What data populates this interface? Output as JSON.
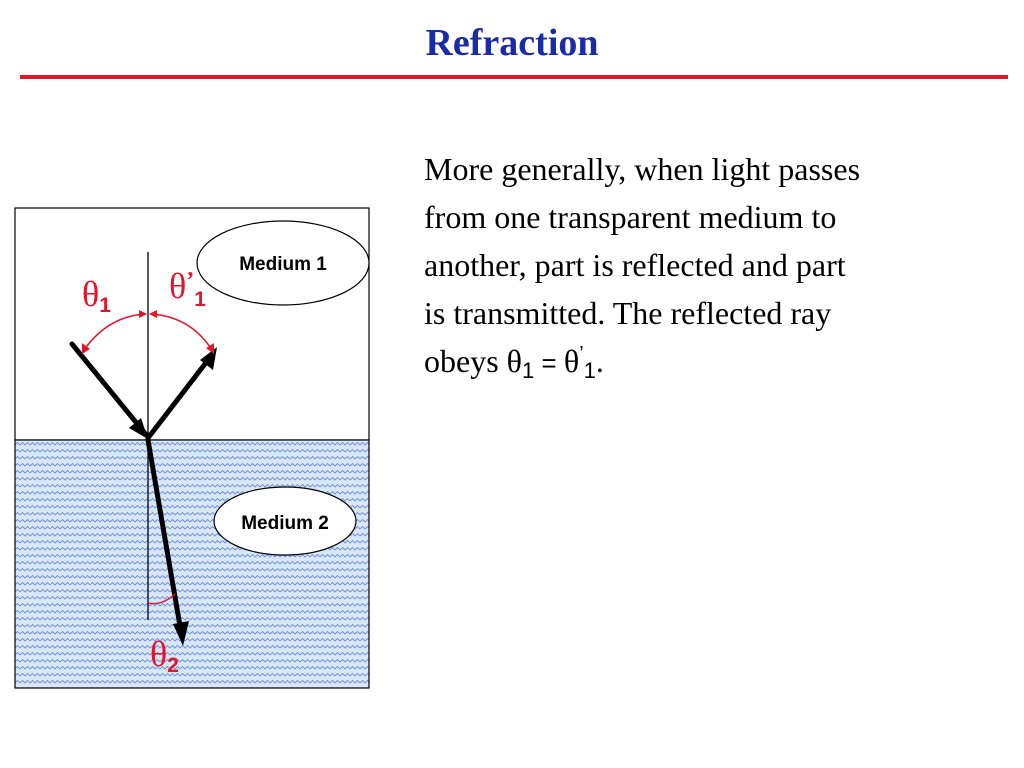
{
  "title": "Refraction",
  "colors": {
    "title": "#1a2aa8",
    "rule": "#e0172a",
    "angle_label": "#e0172a",
    "angle_arc": "#e0172a",
    "ray": "#000000",
    "water_fill": "#d9e6f7",
    "water_pattern": "#6b8fd6"
  },
  "body": {
    "line1": "More generally, when light passes",
    "line2": "from one transparent medium to",
    "line3": "another, part is reflected and part",
    "line4": "is transmitted. The reflected ray",
    "line5_prefix": "obeys ",
    "theta": "θ",
    "sub1": "1",
    "equals": " = ",
    "prime": "’",
    "period": "."
  },
  "diagram": {
    "medium1_label": "Medium 1",
    "medium2_label": "Medium 2",
    "theta1": {
      "symbol": "θ",
      "subscript": "1"
    },
    "theta1_prime": {
      "symbol": "θ",
      "prime": "’",
      "subscript": "1"
    },
    "theta2": {
      "symbol": "θ",
      "subscript": "2"
    }
  }
}
